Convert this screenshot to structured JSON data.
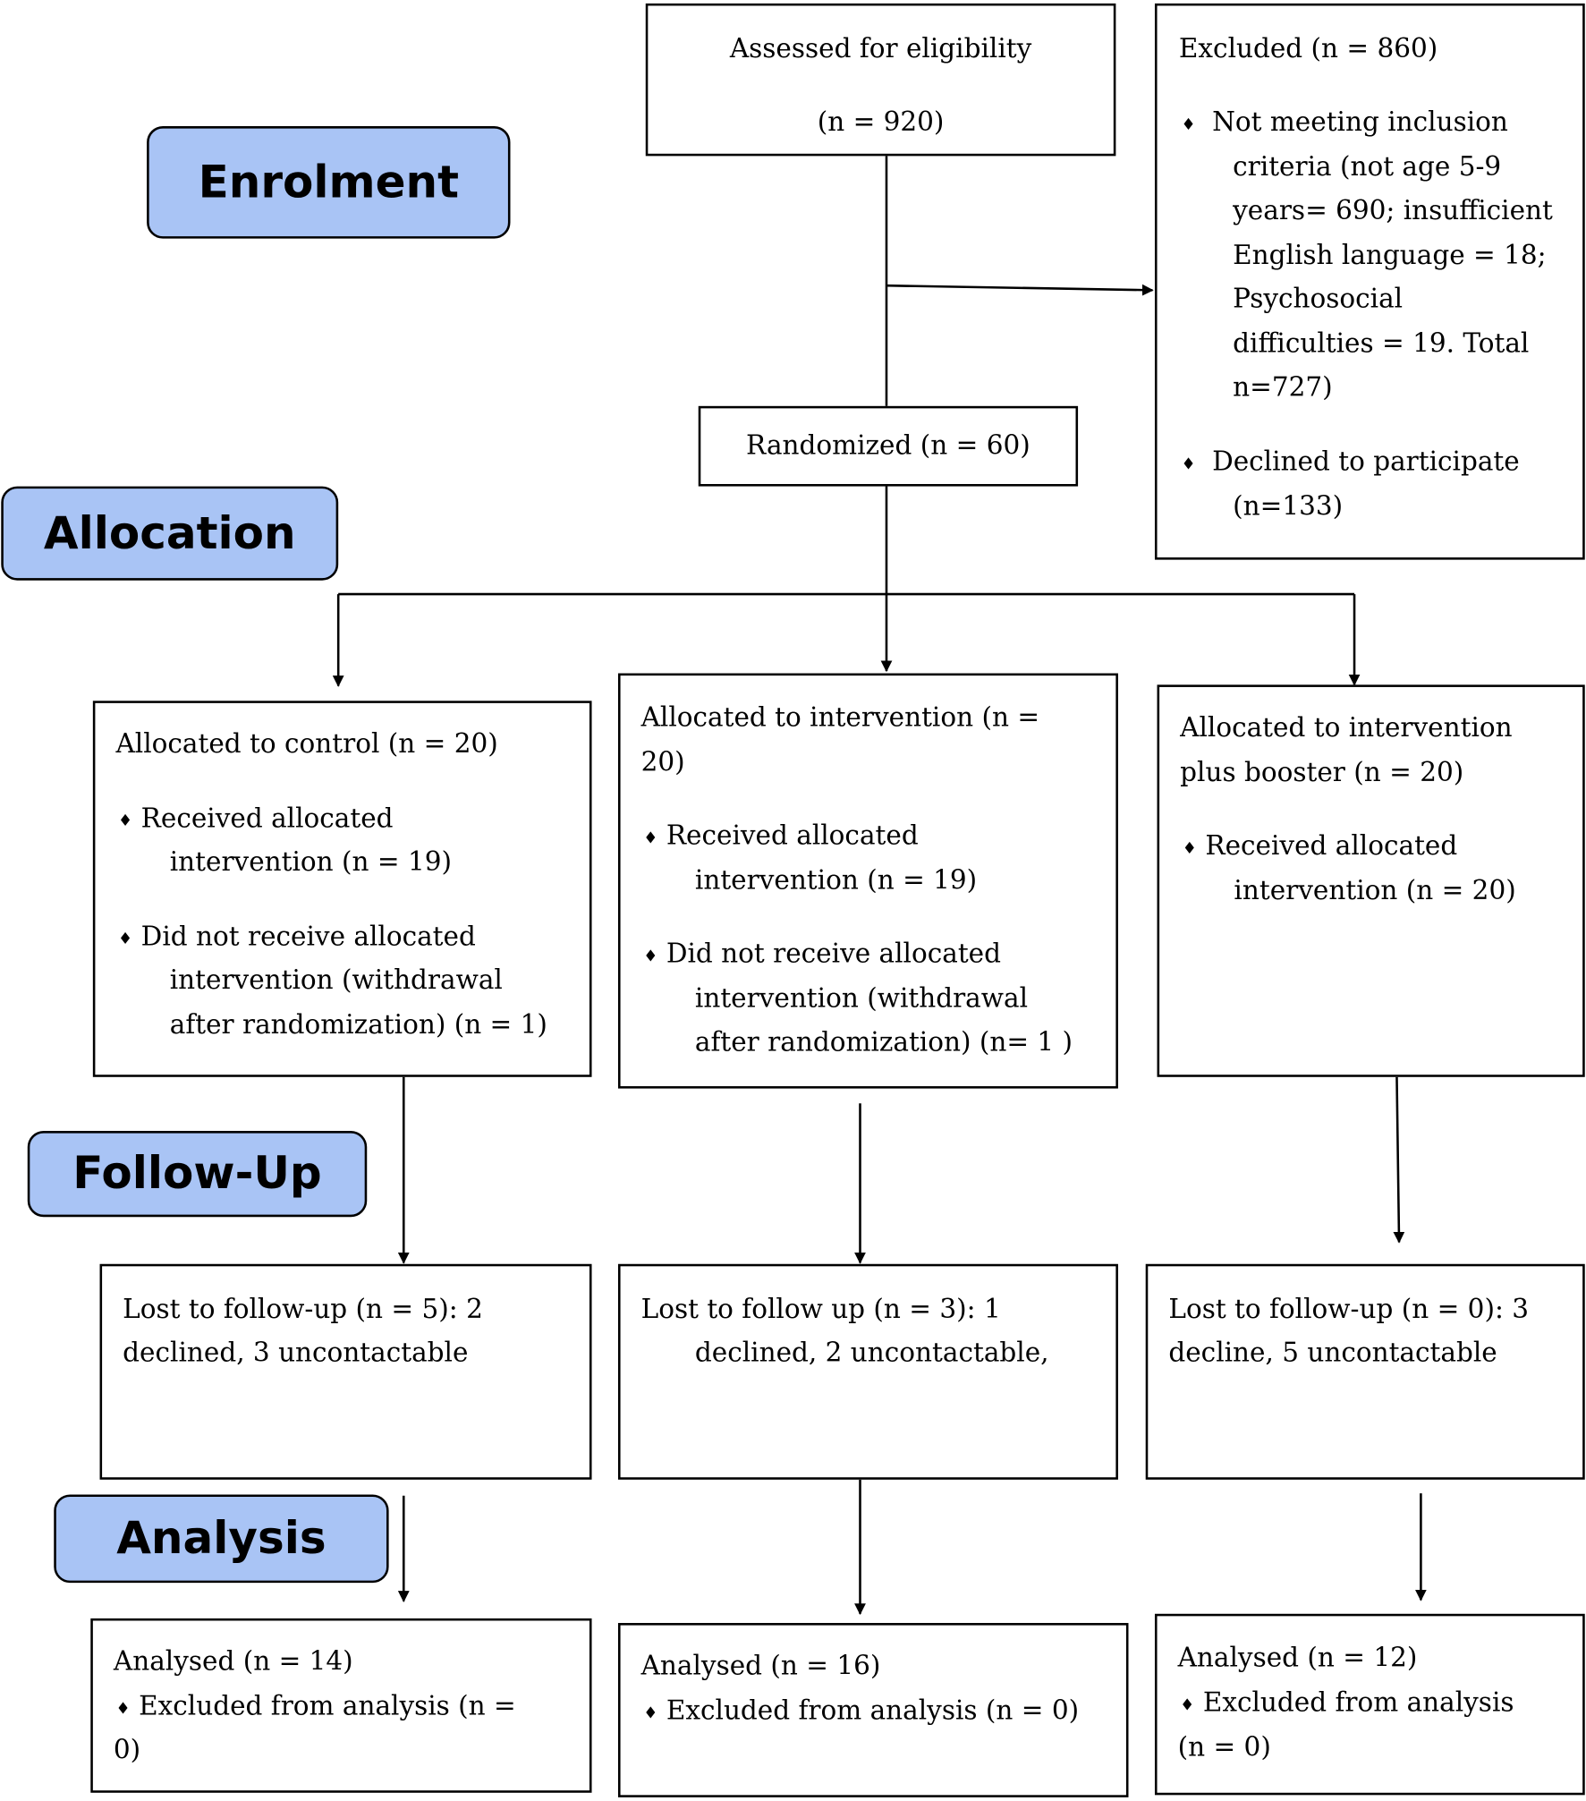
{
  "phases": {
    "enrolment": "Enrolment",
    "allocation": "Allocation",
    "followup": "Follow-Up",
    "analysis": "Analysis"
  },
  "bullet_glyph": "♦",
  "assessed": {
    "line1": "Assessed for eligibility",
    "line2": "(n = 920)"
  },
  "excluded": {
    "title": "Excluded  (n = 860)",
    "item1": [
      "Not meeting inclusion",
      "criteria (not age 5-9",
      "years= 690; insufficient",
      "English language = 18;",
      "Psychosocial",
      "difficulties = 19.  Total",
      "n=727)"
    ],
    "item2": [
      "Declined to participate",
      "(n=133)"
    ]
  },
  "randomized": "Randomized (n = 60)",
  "allocation": {
    "control": {
      "title": "Allocated to control (n = 20)",
      "item1": [
        "Received allocated",
        "intervention (n = 19)"
      ],
      "item2": [
        "Did not receive allocated",
        "intervention (withdrawal",
        "after randomization) (n = 1)"
      ]
    },
    "intervention": {
      "title": [
        "Allocated to intervention (n =",
        "20)"
      ],
      "item1": [
        "Received allocated",
        "intervention (n = 19)"
      ],
      "item2": [
        "Did not receive allocated",
        "intervention (withdrawal",
        "after randomization) (n= 1 )"
      ]
    },
    "booster": {
      "title": [
        "Allocated to intervention",
        "plus booster (n = 20)"
      ],
      "item1": [
        "Received allocated",
        "intervention (n = 20)"
      ]
    }
  },
  "followup": {
    "control": [
      "Lost to follow-up (n = 5): 2",
      "declined, 3 uncontactable"
    ],
    "intervention": [
      "Lost to follow up (n = 3): 1",
      "declined, 2 uncontactable,"
    ],
    "booster": [
      "Lost to follow-up (n = 0): 3",
      "decline, 5 uncontactable"
    ]
  },
  "analysis": {
    "control": {
      "title": "Analysed  (n = 14)",
      "item": [
        "Excluded from analysis  (n =",
        "0)"
      ]
    },
    "intervention": {
      "title": "Analysed  (n = 16)",
      "item": [
        "Excluded from analysis (n = 0)"
      ]
    },
    "booster": {
      "title": "Analysed  (n = 12)",
      "item": [
        "Excluded from analysis",
        "(n = 0)"
      ]
    }
  }
}
